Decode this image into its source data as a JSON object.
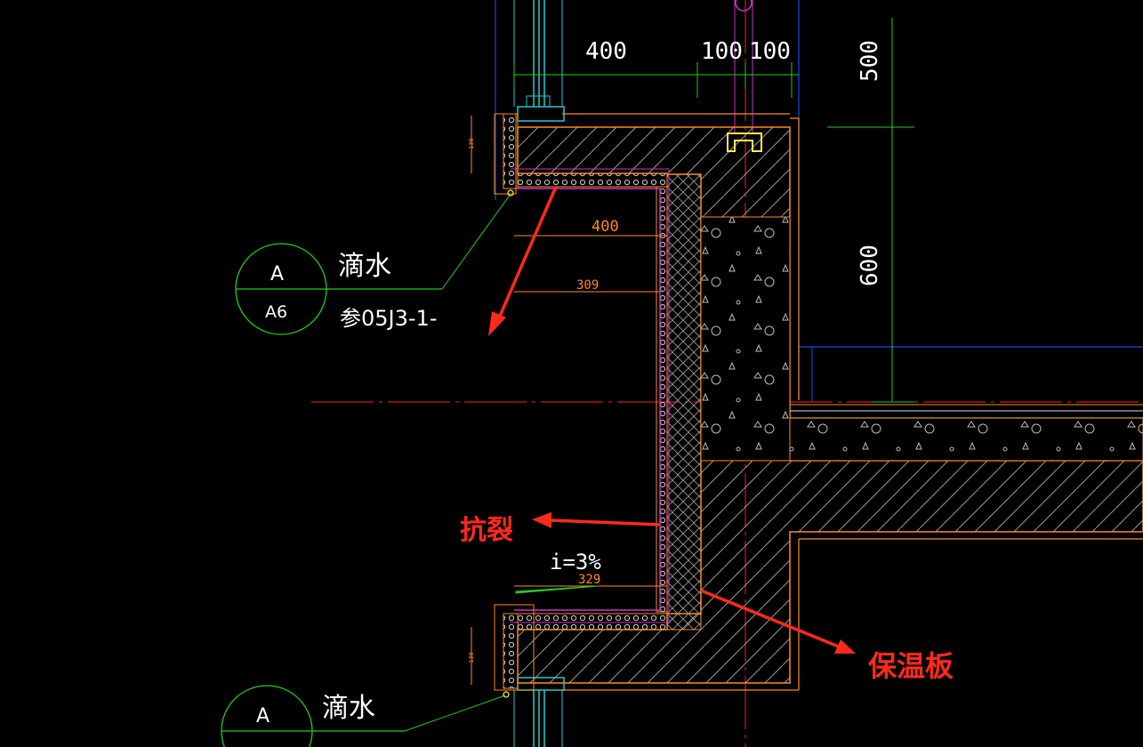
{
  "colors": {
    "background": "#000000",
    "dimension": "#22cc22",
    "outline": "#ff8c1a",
    "membrane": "#cc33cc",
    "axis": "#ff2020",
    "text_white": "#ffffff",
    "annotation": "#ff2a1a",
    "hatch": "#b0b0b0",
    "window": "#22cccc",
    "gridline": "#2244ee"
  },
  "dimensions": {
    "top_400": "400",
    "top_100a": "100",
    "top_100b": "100",
    "right_500": "500",
    "right_600": "600",
    "inner_400": "400",
    "inner_309": "309",
    "inner_329": "329",
    "small_top": "130",
    "small_bottom": "130"
  },
  "detail_callouts": [
    {
      "top": "A",
      "bottom": "A6",
      "title": "滴水",
      "ref": "参05J3-1-"
    },
    {
      "top": "A",
      "bottom": "",
      "title": "滴水",
      "ref": ""
    }
  ],
  "slope_label": "i=3%",
  "annotations": {
    "crack": "抗裂",
    "insulation": "保温板"
  }
}
